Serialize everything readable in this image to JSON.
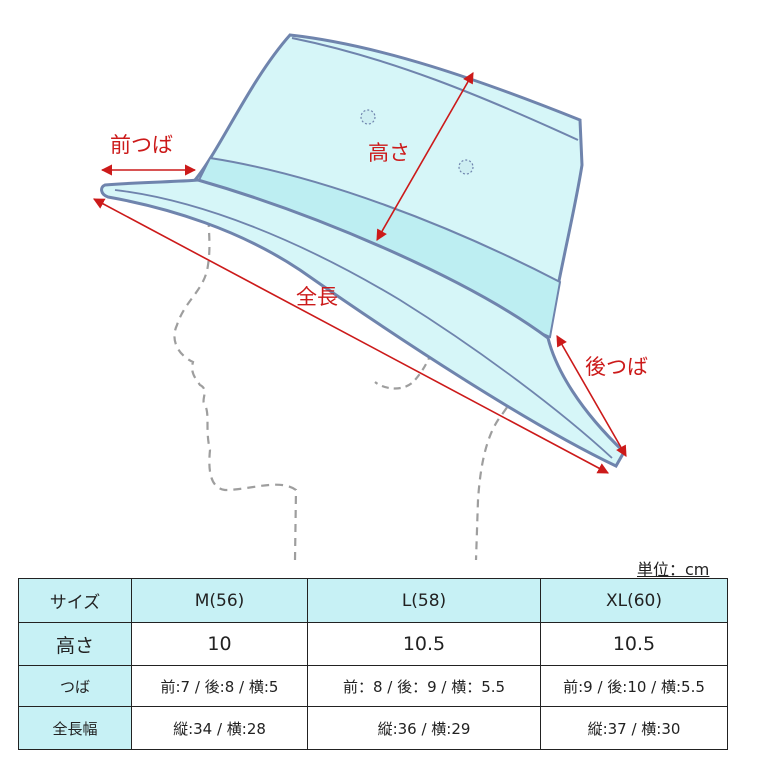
{
  "colors": {
    "hat_fill": "#d6f6f8",
    "hat_band": "#bdeef2",
    "hat_outline": "#6f84ad",
    "head_dash": "#9e9e9e",
    "measure_red": "#cc1a1a",
    "table_header": "#c7f1f5"
  },
  "labels": {
    "front_brim": "前つば",
    "height": "高さ",
    "total_length": "全長",
    "back_brim": "後つば"
  },
  "unit": "単位：cm",
  "table": {
    "header": [
      "サイズ",
      "M(56)",
      "L(58)",
      "XL(60)"
    ],
    "rows": [
      {
        "label": "高さ",
        "values": [
          "10",
          "10.5",
          "10.5"
        ]
      },
      {
        "label": "つば",
        "values": [
          "前:7 / 後:8 / 横:5",
          "前：8 / 後：9 / 横：5.5",
          "前:9 / 後:10 / 横:5.5"
        ]
      },
      {
        "label": "全長幅",
        "values": [
          "縦:34 / 横:28",
          "縦:36 / 横:29",
          "縦:37 / 横:30"
        ]
      }
    ]
  }
}
